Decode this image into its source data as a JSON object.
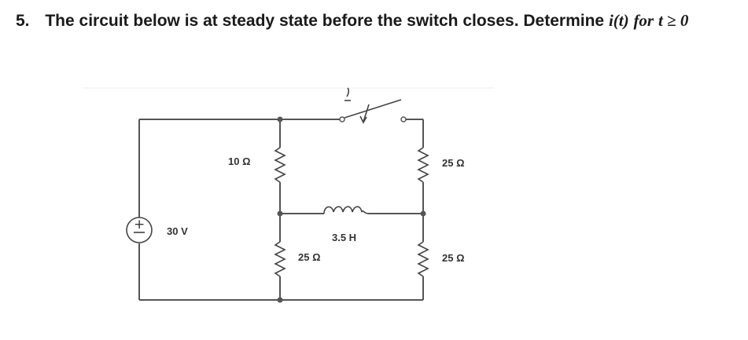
{
  "problem": {
    "number": "5.",
    "text": "The circuit below is at steady state before the switch closes. Determine",
    "math_function": "i(t)",
    "math_for": "for",
    "math_condition": "t ≥ 0"
  },
  "circuit": {
    "source": {
      "label": "30 V",
      "plus": "+"
    },
    "resistors": {
      "r1": "10 Ω",
      "r2": "25 Ω",
      "r3": "25 Ω",
      "r4": "25 Ω"
    },
    "inductor": {
      "label": "3.5 H"
    }
  }
}
